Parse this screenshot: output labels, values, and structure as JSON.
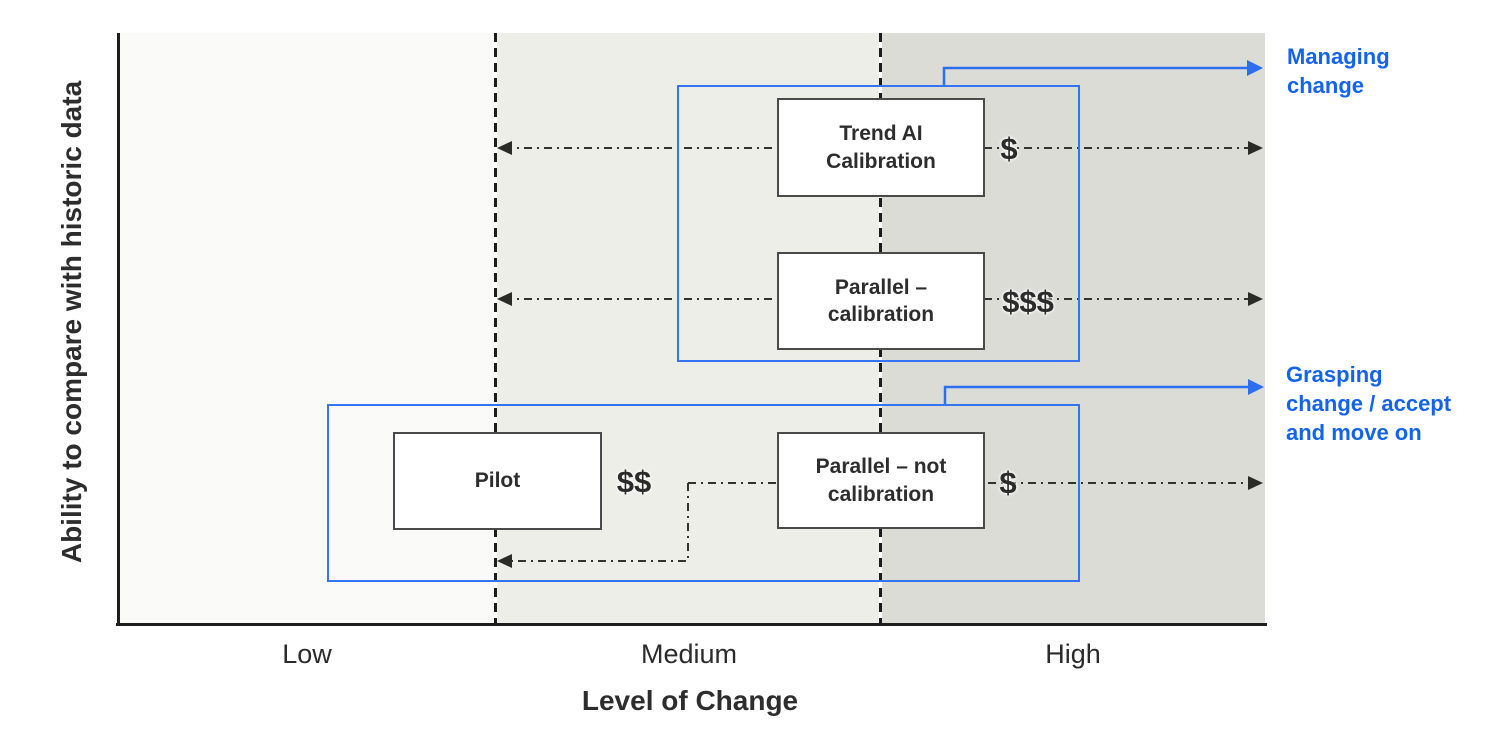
{
  "axes": {
    "y_label": "Ability to compare with historic data",
    "x_label": "Level of Change",
    "x_ticks": [
      "Low",
      "Medium",
      "High"
    ]
  },
  "boxes": {
    "trend_ai": {
      "lines": [
        "Trend AI",
        "Calibration"
      ],
      "cost": "$"
    },
    "parallel_calibration": {
      "lines": [
        "Parallel –",
        "calibration"
      ],
      "cost": "$$$"
    },
    "pilot": {
      "lines": [
        "Pilot"
      ],
      "cost": "$$"
    },
    "parallel_not_calibration": {
      "lines": [
        "Parallel – not",
        "calibration"
      ],
      "cost": "$"
    }
  },
  "annotations": {
    "managing": {
      "lines": [
        "Managing",
        "change"
      ]
    },
    "grasping": {
      "lines": [
        "Grasping",
        "change / accept",
        "and move on"
      ]
    }
  },
  "colors": {
    "accent_blue": "#1463ec",
    "group_border_blue": "#3474f2",
    "ink": "#2d2d2d",
    "band_low": "#fafaf8",
    "band_medium": "#eeeee9",
    "band_high": "#dcdcd7"
  }
}
